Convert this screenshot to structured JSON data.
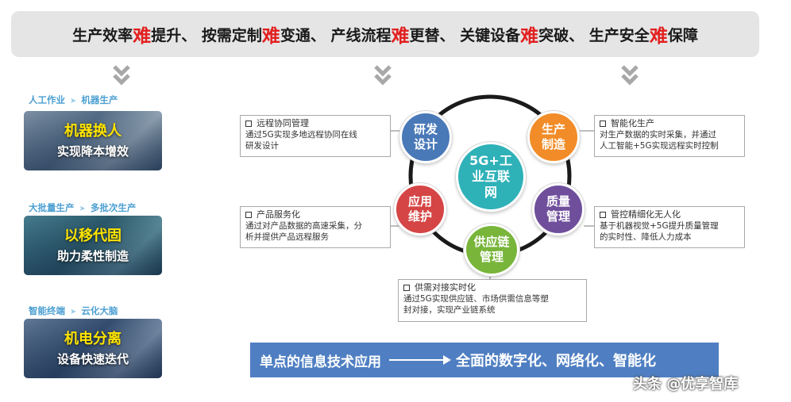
{
  "banner": {
    "p1a": "生产效率",
    "p1b": "难",
    "p1c": "提升、",
    "p2a": "按需定制",
    "p2b": "难",
    "p2c": "变通、",
    "p3a": "产线流程",
    "p3b": "难",
    "p3c": "更替、",
    "p4a": "关键设备",
    "p4b": "难",
    "p4c": "突破、",
    "p5a": "生产安全",
    "p5b": "难",
    "p5c": "保障"
  },
  "left": [
    {
      "from": "人工作业",
      "to": "机器生产",
      "title": "机器换人",
      "subtitle": "实现降本增效"
    },
    {
      "from": "大批量生产",
      "to": "多批次生产",
      "title": "以移代固",
      "subtitle": "助力柔性制造"
    },
    {
      "from": "智能终端",
      "to": "云化大脑",
      "title": "机电分离",
      "subtitle": "设备快速迭代"
    }
  ],
  "center": {
    "label": "5G+工\n业互联\n网"
  },
  "nodes": [
    {
      "label": "研发\n设计",
      "color": "#4a79b8"
    },
    {
      "label": "生产\n制造",
      "color": "#f28c28"
    },
    {
      "label": "质量\n管理",
      "color": "#6f4f9c"
    },
    {
      "label": "供应链\n管理",
      "color": "#78b53a"
    },
    {
      "label": "应用\n维护",
      "color": "#d64545"
    }
  ],
  "center_color": "#2fb1b8",
  "boxes": {
    "rd": {
      "title": "远程协同管理",
      "line1": "通过5G实现多地远程协同在线",
      "line2": "研发设计"
    },
    "prod": {
      "title": "智能化生产",
      "line1": "对生产数据的实时采集，并通过",
      "line2": "人工智能+5G实现远程实时控制"
    },
    "svc": {
      "title": "产品服务化",
      "line1": "通过对产品数据的高速采集，分",
      "line2": "析并提供产品远程服务"
    },
    "qual": {
      "title": "管控精细化无人化",
      "line1": "基于机器视觉+5G提升质量管理",
      "line2": "的实时性、降低人力成本"
    },
    "supply": {
      "title": "供需对接实时化",
      "line1": "通过5G实现供应链、市场供需信息等塑",
      "line2": "封对接，实现产业链系统"
    }
  },
  "bottom": {
    "left": "单点的信息技术应用",
    "right": "全面的数字化、网络化、智能化"
  },
  "watermark": "头条 @优享智库"
}
